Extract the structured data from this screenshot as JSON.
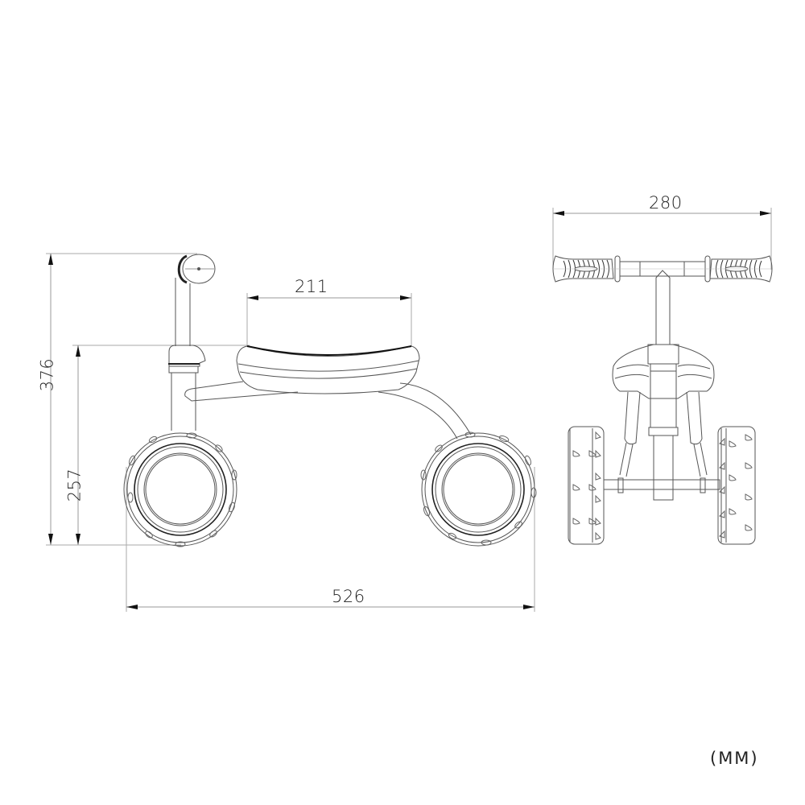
{
  "drawing": {
    "subject": "Four-wheel toddler balance bike",
    "views": [
      "side-view",
      "front-view"
    ],
    "units_label": "(MM)",
    "line_color": "#444444",
    "dimension_color": "#999999"
  },
  "dimensions": {
    "overall_height": {
      "value": "376",
      "orientation": "vertical",
      "view": "side-view"
    },
    "seat_height": {
      "value": "257",
      "orientation": "vertical",
      "view": "side-view"
    },
    "seat_length": {
      "value": "211",
      "orientation": "horizontal",
      "view": "side-view"
    },
    "overall_length": {
      "value": "526",
      "orientation": "horizontal",
      "view": "side-view"
    },
    "handlebar_width": {
      "value": "280",
      "orientation": "horizontal",
      "view": "front-view"
    }
  }
}
